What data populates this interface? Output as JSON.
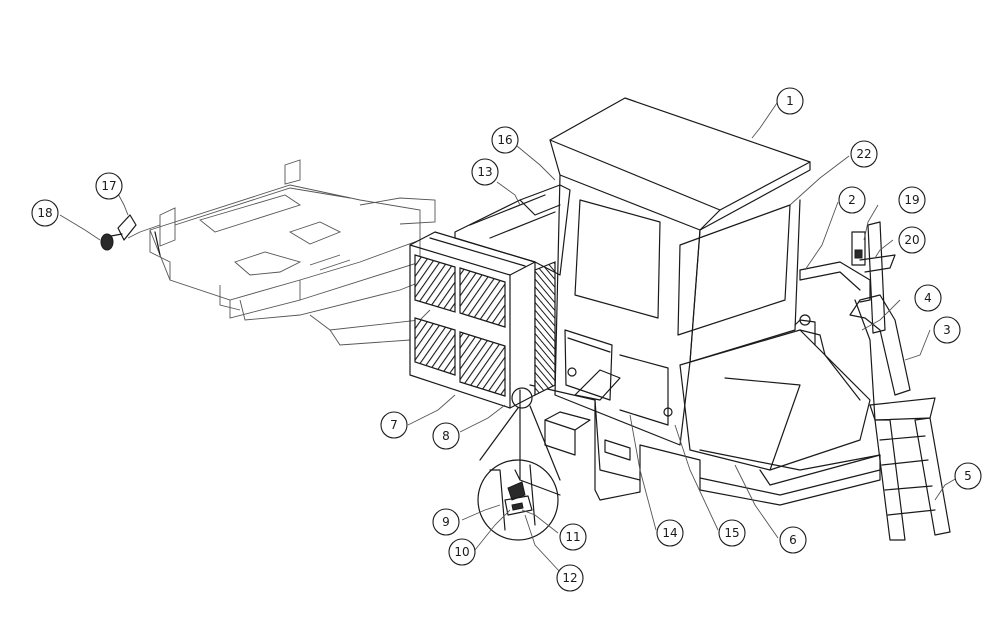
{
  "callouts": [
    {
      "id": "1",
      "label": "1"
    },
    {
      "id": "2",
      "label": "2"
    },
    {
      "id": "3",
      "label": "3"
    },
    {
      "id": "4",
      "label": "4"
    },
    {
      "id": "5",
      "label": "5"
    },
    {
      "id": "6",
      "label": "6"
    },
    {
      "id": "7",
      "label": "7"
    },
    {
      "id": "8",
      "label": "8"
    },
    {
      "id": "9",
      "label": "9"
    },
    {
      "id": "10",
      "label": "10"
    },
    {
      "id": "11",
      "label": "11"
    },
    {
      "id": "12",
      "label": "12"
    },
    {
      "id": "13",
      "label": "13"
    },
    {
      "id": "14",
      "label": "14"
    },
    {
      "id": "15",
      "label": "15"
    },
    {
      "id": "16",
      "label": "16"
    },
    {
      "id": "17",
      "label": "17"
    },
    {
      "id": "18",
      "label": "18"
    },
    {
      "id": "19",
      "label": "19"
    },
    {
      "id": "20",
      "label": "20"
    },
    {
      "id": "22",
      "label": "22"
    }
  ]
}
